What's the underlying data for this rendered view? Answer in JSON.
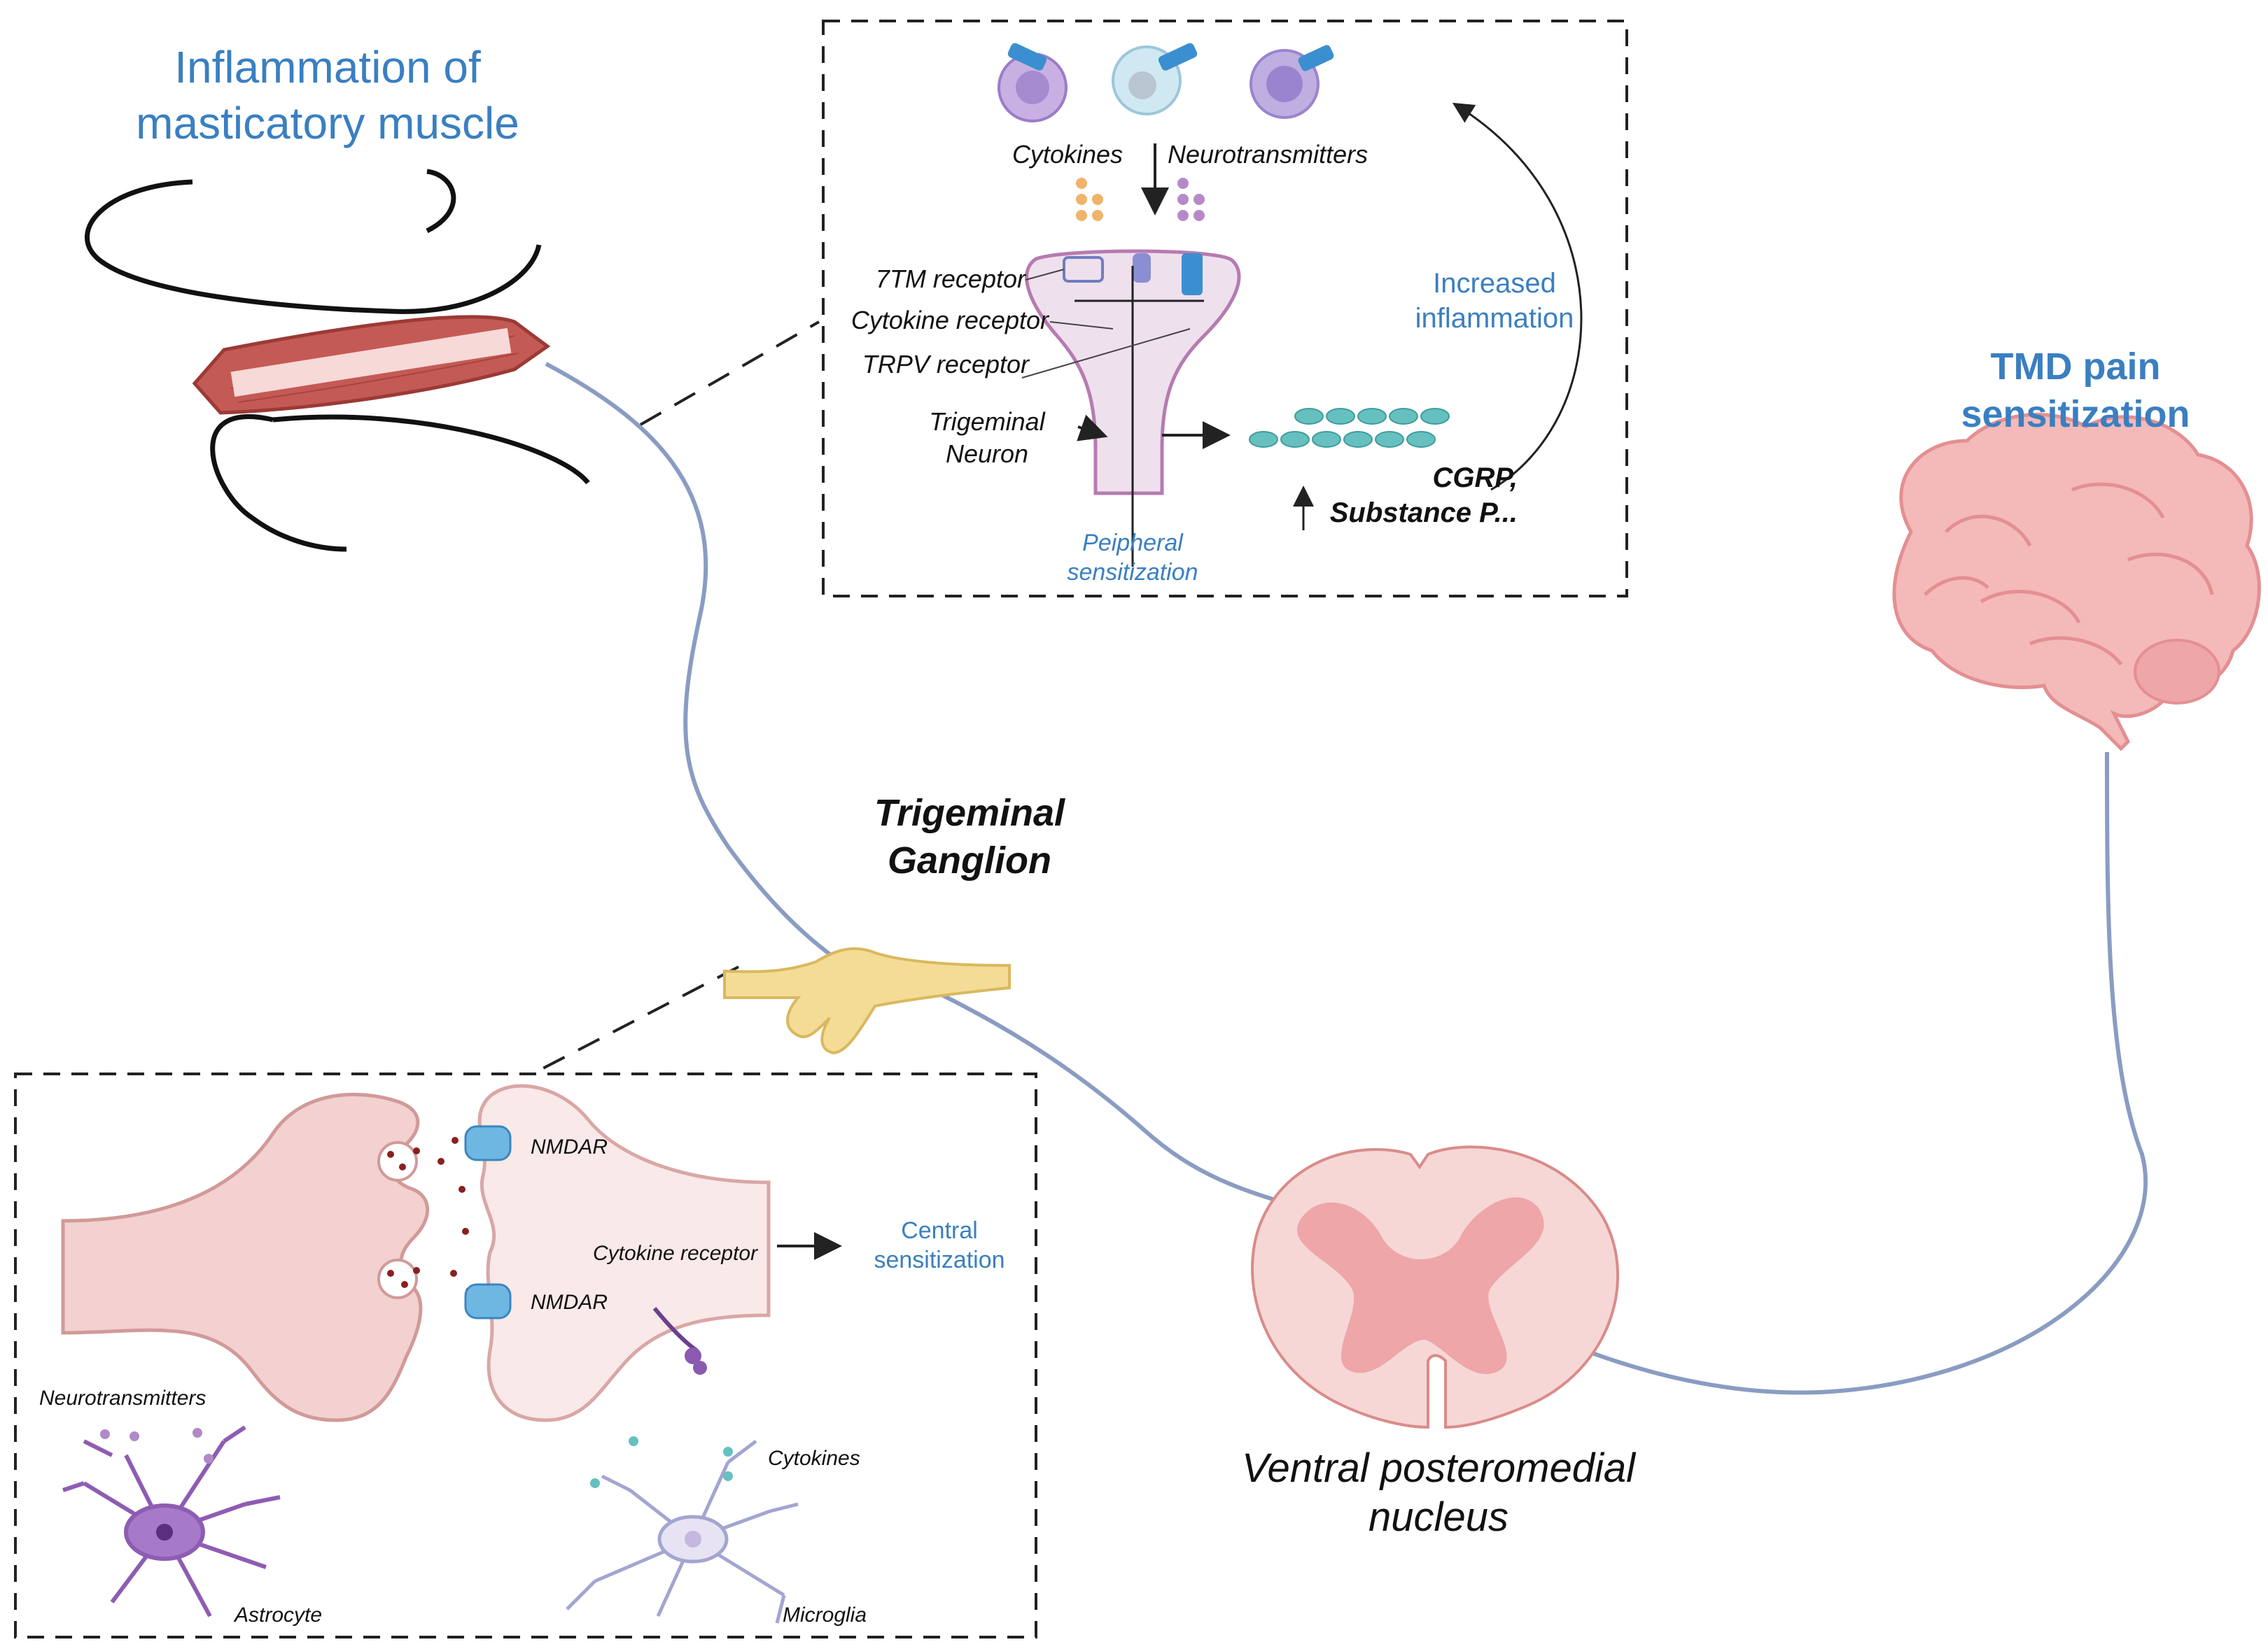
{
  "colors": {
    "accent_blue": "#3a7fc1",
    "nerve": "#8a9cc2",
    "muscle": "#c45a55",
    "ganglion": "#f4dc96",
    "brain": "#f4b9b9",
    "neuron": "#f3dedd",
    "receptor": "#6fb7e3",
    "dashed_box": "#222222"
  },
  "title_muscle": [
    "Inflammation of",
    "masticatory muscle"
  ],
  "title_tmd": [
    "TMD pain",
    "sensitization"
  ],
  "ganglion_label": [
    "Trigeminal",
    "Ganglion"
  ],
  "vpm_label": [
    "Ventral posteromedial",
    "nucleus"
  ],
  "peripheral_box": {
    "cytokines": "Cytokines",
    "neurotransmitters": "Neurotransmitters",
    "receptor_7tm": "7TM receptor",
    "cytokine_receptor": "Cytokine receptor",
    "trpv_receptor": "TRPV receptor",
    "trigeminal_neuron": [
      "Trigeminal",
      "Neuron"
    ],
    "peripheral_sensitization": [
      "Peipheral",
      "sensitization"
    ],
    "increased_inflammation": [
      "Increased",
      "inflammation"
    ],
    "cgrp": [
      "CGRP,",
      "Substance P..."
    ]
  },
  "central_box": {
    "nmdar_top": "NMDAR",
    "nmdar_bottom": "NMDAR",
    "cytokine_receptor": "Cytokine receptor",
    "central_sensitization": [
      "Central",
      "sensitization"
    ],
    "neurotransmitters": "Neurotransmitters",
    "cytokines": "Cytokines",
    "astrocyte": "Astrocyte",
    "microglia": "Microglia"
  },
  "icons": [
    "muscle-icon",
    "brain-icon",
    "ganglion-icon",
    "spinal-cord-icon",
    "immune-cell-icon",
    "synapse-icon",
    "astrocyte-icon",
    "microglia-icon"
  ]
}
